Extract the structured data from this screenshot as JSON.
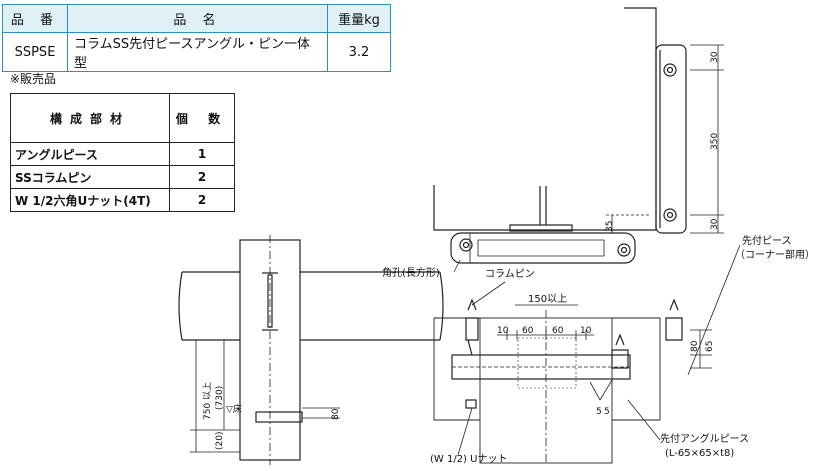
{
  "spec_table": {
    "headers": [
      "品 番",
      "品 名",
      "重量kg"
    ],
    "row": {
      "code": "SSPSE",
      "name": "コラムSS先付ピースアングル・ピン一体型",
      "weight": "3.2"
    }
  },
  "note": "※販売品",
  "parts_table": {
    "headers": [
      "構成部材",
      "個 数"
    ],
    "rows": [
      {
        "part": "アングルピース",
        "qty": "1"
      },
      {
        "part": "SSコラムピン",
        "qty": "2"
      },
      {
        "part": "W 1/2六角Uナット(4T)",
        "qty": "2"
      }
    ]
  },
  "labels": {
    "dim_30_top": "30",
    "dim_350": "350",
    "dim_30_bot": "30",
    "dim_35": "35",
    "corner_piece": "先付ピース",
    "corner_piece_sub": "（コーナー部用）",
    "square_hole": "角孔(長方形)",
    "column_pin": "コラムピン",
    "dim_150": "150以上",
    "dim_10a": "10",
    "dim_60a": "60",
    "dim_60b": "60",
    "dim_10b": "10",
    "dim_80": "80",
    "dim_65": "65",
    "dim_5a": "5",
    "dim_5b": "5",
    "angle_piece": "先付アングルピース",
    "angle_piece_sub": "(L-65×65×t8)",
    "unut": "(W 1/2) Uナット",
    "dim_750": "750 以上",
    "dim_730": "(730)",
    "floor": "▽床",
    "dim_20": "(20)",
    "dim_80b": "80"
  }
}
